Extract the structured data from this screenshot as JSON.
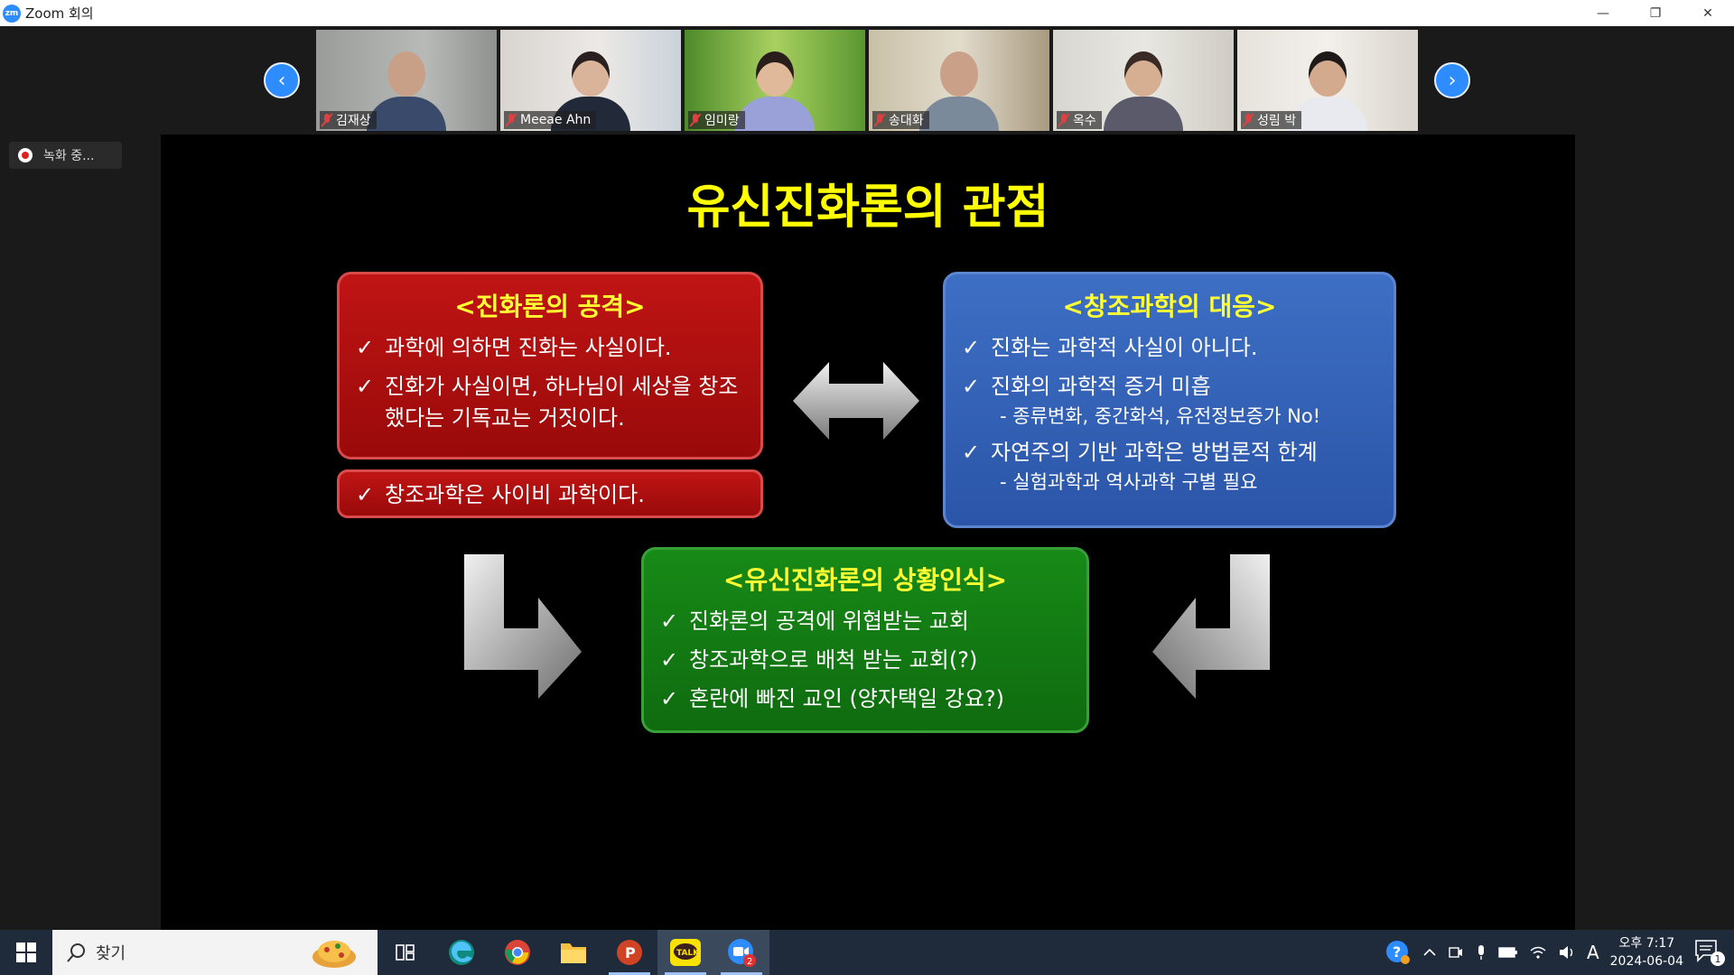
{
  "window": {
    "title": "Zoom 회의",
    "logo_text": "zm"
  },
  "window_controls": {
    "minimize": "—",
    "restore": "❐",
    "close": "✕"
  },
  "gallery": {
    "prev_arrow": "‹",
    "next_arrow": "›",
    "participants": [
      {
        "name": "김재상",
        "muted": true
      },
      {
        "name": "Meeae Ahn",
        "muted": true
      },
      {
        "name": "임미랑",
        "muted": true
      },
      {
        "name": "송대화",
        "muted": true
      },
      {
        "name": "옥수",
        "muted": true
      },
      {
        "name": "성림 박",
        "muted": true
      }
    ]
  },
  "recording": {
    "label": "녹화 중..."
  },
  "slide": {
    "title": "유신진화론의 관점",
    "attack": {
      "heading": "<진화론의 공격>",
      "items": [
        "과학에 의하면 진화는 사실이다.",
        "진화가 사실이면, 하나님이 세상을 창조했다는 기독교는 거짓이다."
      ]
    },
    "attack_extra": {
      "item": "창조과학은 사이비 과학이다."
    },
    "response": {
      "heading": "<창조과학의 대응>",
      "item1": "진화는 과학적 사실이 아니다.",
      "item2": "진화의 과학적 증거 미흡",
      "item2_sub": "- 종류변화, 중간화석, 유전정보증가 No!",
      "item3": "자연주의 기반 과학은 방법론적 한계",
      "item3_sub": "- 실험과학과 역사과학 구별 필요"
    },
    "situation": {
      "heading": "<유신진화론의 상황인식>",
      "items": [
        "진화론의 공격에 위협받는 교회",
        "창조과학으로 배척 받는 교회(?)",
        "혼란에 빠진 교인 (양자택일 강요?)"
      ]
    },
    "check_mark": "✓"
  },
  "taskbar": {
    "search_placeholder": "찾기",
    "zoom_badge": "2",
    "talk_label": "TALK",
    "ppt_label": "P",
    "ime": "A",
    "time": "오후 7:17",
    "date": "2024-06-04",
    "notification_count": "1"
  }
}
